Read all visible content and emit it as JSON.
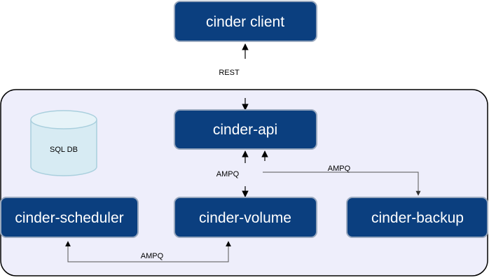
{
  "nodes": {
    "client": {
      "label": "cinder client"
    },
    "api": {
      "label": "cinder-api"
    },
    "scheduler": {
      "label": "cinder-scheduler"
    },
    "volume": {
      "label": "cinder-volume"
    },
    "backup": {
      "label": "cinder-backup"
    }
  },
  "database": {
    "label": "SQL DB"
  },
  "edges": {
    "client_api": {
      "label": "REST"
    },
    "api_volume": {
      "label": "AMPQ"
    },
    "api_backup": {
      "label": "AMPQ"
    },
    "scheduler_volume": {
      "label": "AMPQ"
    }
  },
  "colors": {
    "node_fill": "#0b3f7f",
    "node_stroke": "#9aa9bf",
    "container_fill": "#eeeefb",
    "container_stroke": "#000000",
    "db_fill": "#d7ebf3",
    "db_stroke": "#a9cfdd",
    "line": "#555555",
    "arrow": "#000000"
  }
}
